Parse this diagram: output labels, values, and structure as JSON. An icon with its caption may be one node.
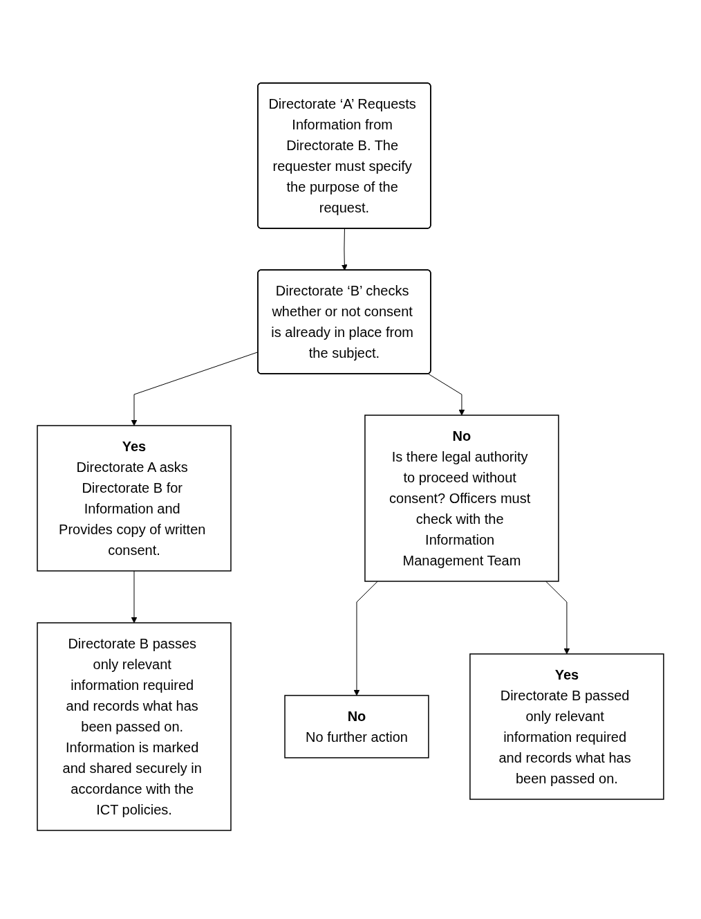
{
  "diagram": {
    "nodes": [
      {
        "text": [
          "Directorate ‘A’ Requests Information from Directorate B. The requester must specify the purpose of the request."
        ]
      },
      {
        "text": [
          "Directorate ‘B’ checks whether or not consent is already in place from the subject."
        ]
      },
      {
        "text": [
          "Yes",
          "Directorate A asks Directorate B for Information and Provides copy of written consent."
        ]
      },
      {
        "text": [
          "No",
          "Is there legal authority to proceed without consent? Officers must check with the Information Management Team"
        ]
      },
      {
        "text": [
          "Directorate B passes only relevant information required and records what has been passed on. Information is marked and shared securely in accordance with the ICT policies."
        ]
      },
      {
        "text": [
          "No",
          "No further action"
        ]
      },
      {
        "text": [
          "Yes",
          "Directorate B passed only relevant information required and records what has been passed on."
        ]
      }
    ],
    "edges": [
      {
        "from": 0,
        "to": 1,
        "arrow": "to"
      },
      {
        "from": 1,
        "to": 2,
        "arrow": "to"
      },
      {
        "from": 1,
        "to": 3,
        "arrow": "to"
      },
      {
        "from": 2,
        "to": 4,
        "arrow": "to"
      },
      {
        "from": 3,
        "to": 5,
        "arrow": "to"
      },
      {
        "from": 3,
        "to": 6,
        "arrow": "to"
      }
    ]
  }
}
